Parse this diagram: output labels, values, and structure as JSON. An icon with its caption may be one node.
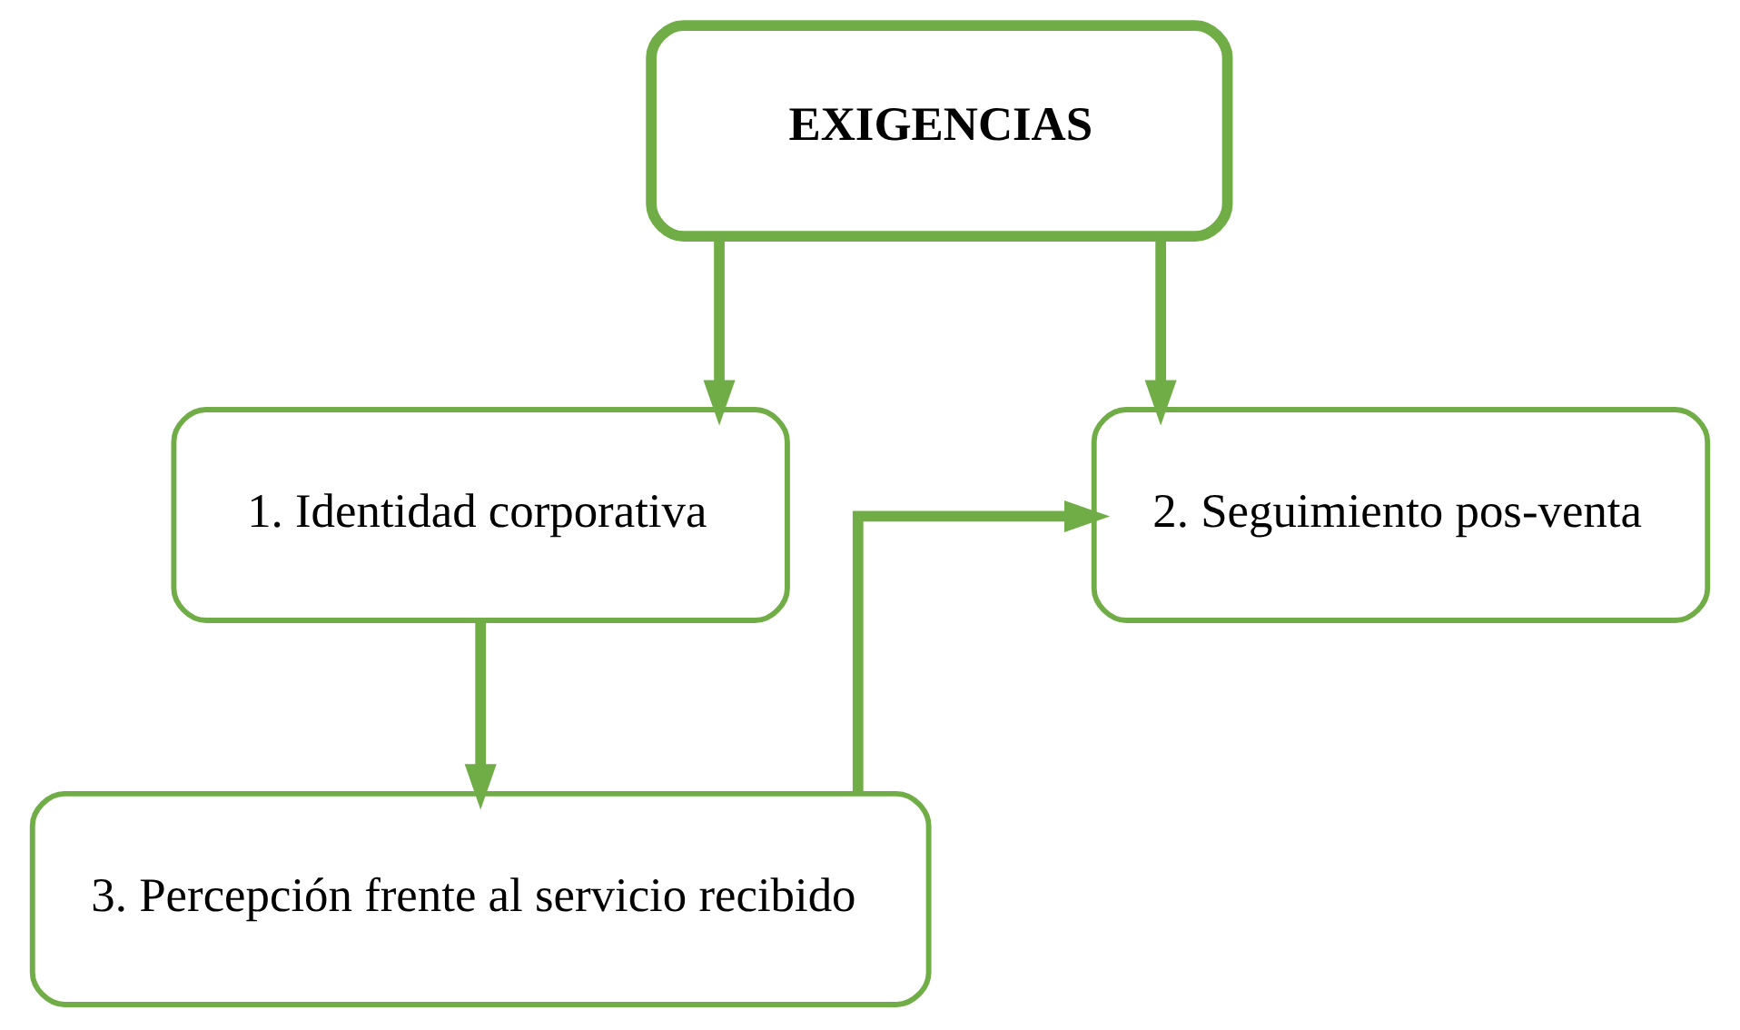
{
  "diagram": {
    "nodes": [
      {
        "text": [
          "EXIGENCIAS"
        ]
      },
      {
        "text": [
          "1. Identidad corporativa"
        ]
      },
      {
        "text": [
          "2. Seguimiento pos-venta"
        ]
      },
      {
        "text": [
          "3. Percepción frente al servicio recibido"
        ]
      }
    ],
    "edges": [
      {
        "from": 0,
        "to": 1,
        "arrow": "to"
      },
      {
        "from": 0,
        "to": 2,
        "arrow": "to"
      },
      {
        "from": 1,
        "to": 3,
        "arrow": "to"
      },
      {
        "from": 3,
        "to": 2,
        "arrow": "to"
      }
    ]
  }
}
